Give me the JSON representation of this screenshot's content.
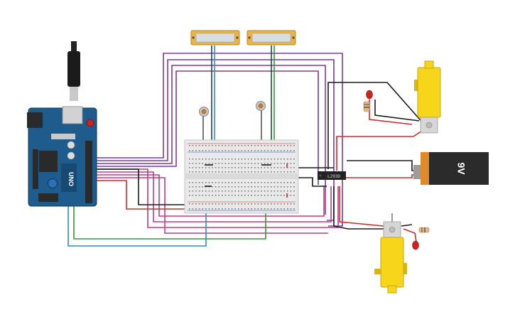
{
  "labels": {
    "battery_voltage": "9V",
    "arduino_brand": "UNO",
    "chip_label": "L293D"
  },
  "colors": {
    "board_blue": "#1d5c8c",
    "breadboard": "#e9e9e9",
    "motor_yellow": "#f7d51b",
    "battery_black": "#2b2b2b",
    "battery_orange": "#e08a2c",
    "wire_purple": "#7d3aa0",
    "wire_magenta": "#c03a86",
    "wire_black": "#1a1a1a",
    "wire_red": "#d62828",
    "wire_green": "#2e9a3a",
    "wire_blue": "#2a8fc9",
    "sensor_bar": "#e8b44a"
  },
  "components": [
    {
      "id": "arduino",
      "icon": "arduino-uno-board"
    },
    {
      "id": "breadboard",
      "icon": "breadboard"
    },
    {
      "id": "ldr-left",
      "icon": "photoresistor"
    },
    {
      "id": "ldr-right",
      "icon": "photoresistor"
    },
    {
      "id": "sensor-left",
      "icon": "light-sensor-bar"
    },
    {
      "id": "sensor-right",
      "icon": "light-sensor-bar"
    },
    {
      "id": "motor-top",
      "icon": "dc-gear-motor"
    },
    {
      "id": "motor-bottom",
      "icon": "dc-gear-motor"
    },
    {
      "id": "battery",
      "icon": "9v-battery"
    },
    {
      "id": "driver-chip",
      "icon": "ic-chip"
    },
    {
      "id": "led-top",
      "icon": "red-led"
    },
    {
      "id": "led-bottom",
      "icon": "red-led"
    },
    {
      "id": "resistor-top",
      "icon": "resistor"
    },
    {
      "id": "resistor-bottom",
      "icon": "resistor"
    }
  ]
}
